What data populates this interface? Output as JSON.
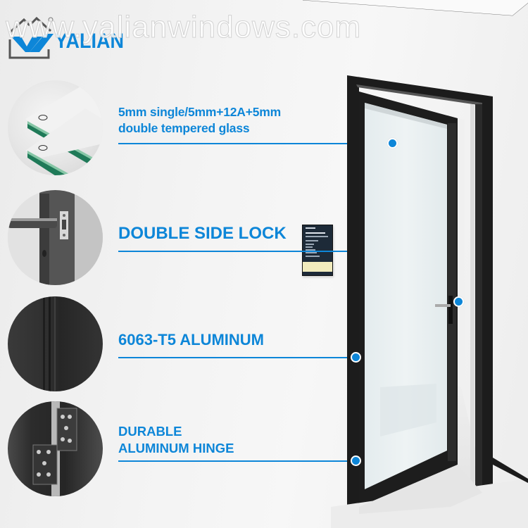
{
  "watermark": {
    "text": "www.yalianwindows.com"
  },
  "brand": {
    "name": "YALIAN",
    "accent_color": "#0d86d8",
    "logo_icon": "yalian-house-logo-icon"
  },
  "features": [
    {
      "id": "glass",
      "label_lines": [
        "5mm single/5mm+12A+5mm",
        "double tempered glass"
      ],
      "thumbnail_icon": "tempered-glass-thumbnail"
    },
    {
      "id": "lock",
      "label_lines": [
        "DOUBLE SIDE LOCK"
      ],
      "thumbnail_icon": "door-lock-thumbnail"
    },
    {
      "id": "aluminum",
      "label_lines": [
        "6063-T5 ALUMINUM"
      ],
      "thumbnail_icon": "aluminum-profile-thumbnail"
    },
    {
      "id": "hinge",
      "label_lines": [
        "DURABLE",
        "ALUMINUM HINGE"
      ],
      "thumbnail_icon": "door-hinge-thumbnail"
    }
  ],
  "colors": {
    "accent": "#0d86d8",
    "door_frame": "#1b1b1b",
    "glass": "#e9eff0",
    "background": "#f2f2f2"
  }
}
